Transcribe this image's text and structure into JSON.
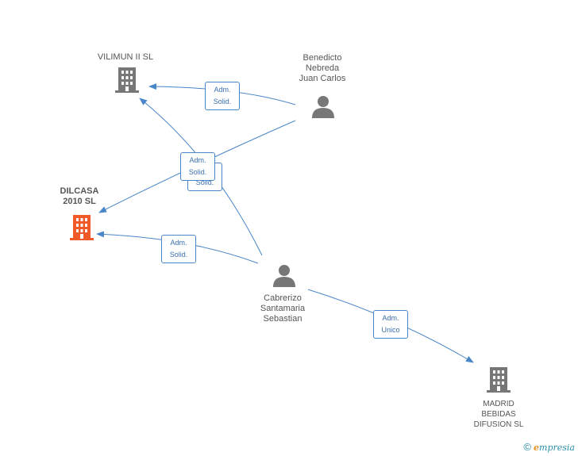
{
  "colors": {
    "edge": "#4a86c8",
    "node": "#777777",
    "focus": "#f05a28"
  },
  "nodes": {
    "vilimun": {
      "label": "VILIMUN II SL",
      "icon": "building-icon"
    },
    "benedicto": {
      "label": "Benedicto\nNebreda\nJuan Carlos",
      "icon": "person-icon"
    },
    "dilcasa": {
      "label": "DILCASA\n2010 SL",
      "icon": "building-icon"
    },
    "cabrerizo": {
      "label": "Cabrerizo\nSantamaria\nSebastian",
      "icon": "person-icon"
    },
    "madrid": {
      "label": "MADRID\nBEBIDAS\nDIFUSION  SL",
      "icon": "building-icon"
    }
  },
  "edges": {
    "e1": {
      "l1": "Adm.",
      "l2": "Solid."
    },
    "e2": {
      "l1": "Adm.",
      "l2": "Solid."
    },
    "e3": {
      "l1": "Adm.",
      "l2": "Solid."
    },
    "e4": {
      "l1": "Adm.",
      "l2": "Solid."
    },
    "e5": {
      "l1": "Adm.",
      "l2": "Unico"
    }
  },
  "footer": {
    "copyright": "©",
    "brand_e": "e",
    "brand_rest": "mpresia"
  }
}
